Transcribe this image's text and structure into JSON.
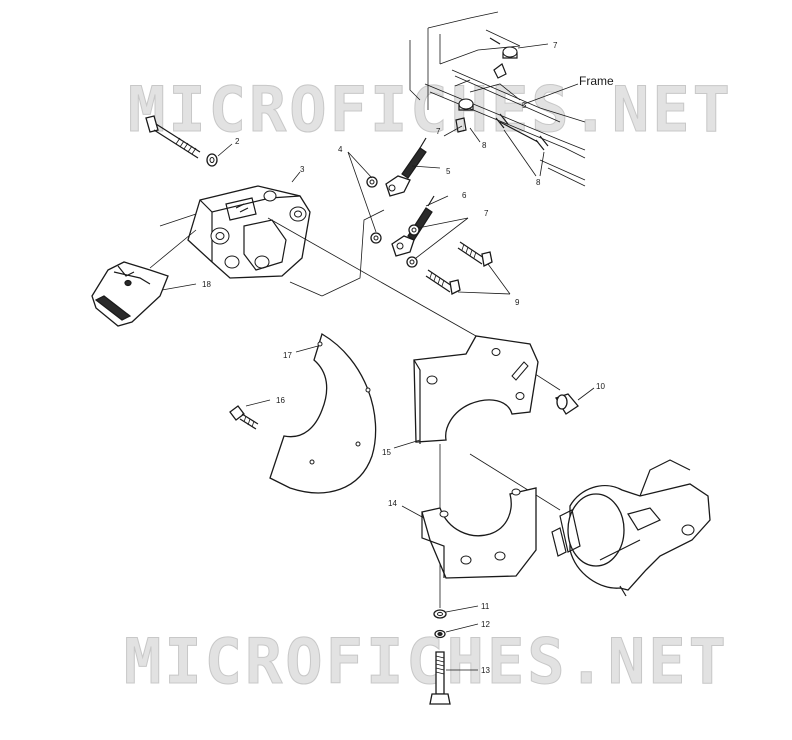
{
  "watermark": {
    "text": "MICROFICHES.NET",
    "color": "#e2e2e2"
  },
  "callouts": [
    {
      "id": "label-frame",
      "text": "Frame"
    },
    {
      "id": "label-2",
      "text": "2"
    },
    {
      "id": "label-3",
      "text": "3"
    },
    {
      "id": "label-4",
      "text": "4"
    },
    {
      "id": "label-5a",
      "text": "5"
    },
    {
      "id": "label-5b",
      "text": "5"
    },
    {
      "id": "label-6",
      "text": "6"
    },
    {
      "id": "label-7a",
      "text": "7"
    },
    {
      "id": "label-7b",
      "text": "7"
    },
    {
      "id": "label-7c",
      "text": "7"
    },
    {
      "id": "label-8a",
      "text": "8"
    },
    {
      "id": "label-8b",
      "text": "8"
    },
    {
      "id": "label-9",
      "text": "9"
    },
    {
      "id": "label-10",
      "text": "10"
    },
    {
      "id": "label-11",
      "text": "11"
    },
    {
      "id": "label-12",
      "text": "12"
    },
    {
      "id": "label-13",
      "text": "13"
    },
    {
      "id": "label-14",
      "text": "14"
    },
    {
      "id": "label-15",
      "text": "15"
    },
    {
      "id": "label-16",
      "text": "16"
    },
    {
      "id": "label-17",
      "text": "17"
    },
    {
      "id": "label-18",
      "text": "18"
    }
  ],
  "colors": {
    "line": "#1a1a1a",
    "background": "#ffffff",
    "watermark_stroke": "#c8c8c8"
  }
}
